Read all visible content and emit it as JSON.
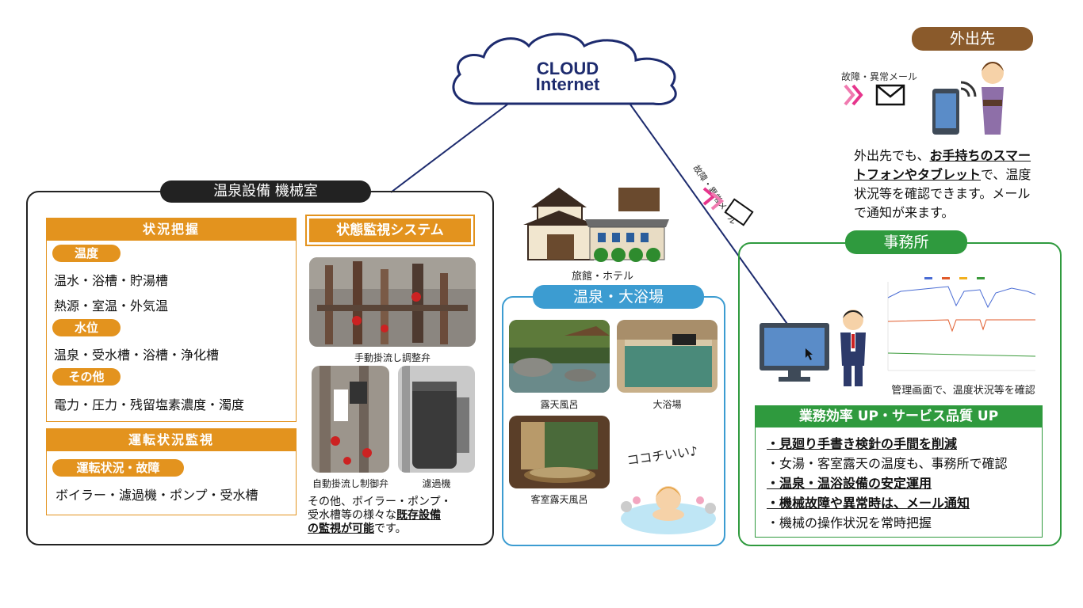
{
  "cloud": {
    "line1": "CLOUD",
    "line2": "Internet"
  },
  "machine_room": {
    "title": "温泉設備 機械室",
    "status": {
      "header": "状況把握",
      "groups": [
        {
          "tag": "温度",
          "text": "温水・浴槽・貯湯槽"
        },
        {
          "tag": "",
          "text": "熱源・室温・外気温"
        },
        {
          "tag": "水位",
          "text": "温泉・受水槽・浴槽・浄化槽"
        },
        {
          "tag": "その他",
          "text": "電力・圧力・残留塩素濃度・濁度"
        }
      ]
    },
    "operation": {
      "header": "運転状況監視",
      "tag": "運転状況・故障",
      "text": "ボイラー・濾過機・ポンプ・受水槽"
    },
    "monitor": {
      "header": "状態監視システム",
      "photos": [
        {
          "caption": "手動掛流し調整弁"
        },
        {
          "caption": "自動掛流し制御弁"
        },
        {
          "caption": "濾過機"
        }
      ],
      "note_line1": "その他、ボイラー・ポンプ・",
      "note_line2a": "受水槽等の様々な",
      "note_line2b": "既存設備",
      "note_line3a": "の監視が可能",
      "note_line3b": "です。"
    }
  },
  "building": {
    "caption": "旅館・ホテル"
  },
  "onsen": {
    "title": "温泉・大浴場",
    "photos": [
      {
        "caption": "露天風呂"
      },
      {
        "caption": "大浴場"
      },
      {
        "caption": "客室露天風呂"
      }
    ],
    "bather_text": "ココチいい♪"
  },
  "mail_label": "故障・異常メール",
  "outside": {
    "title": "外出先",
    "mail_label": "故障・異常メール",
    "desc1a": "外出先でも、",
    "desc1b": "お手持ちのスマー",
    "desc2a": "トフォンやタブレット",
    "desc2b": "で、温度",
    "desc3": "状況等を確認できます。メール",
    "desc4": "で通知が来ます。"
  },
  "office": {
    "title": "事務所",
    "screen_caption": "管理画面で、温度状況等を確認",
    "benefit": {
      "header": "業務効率 UP・サービス品質 UP",
      "items": [
        "・見廻り手書き検針の手間を削減",
        "・女湯・客室露天の温度も、事務所で確認",
        "・温泉・温浴設備の安定運用",
        "・機械故障や異常時は、メール通知",
        "・機械の操作状況を常時把握"
      ]
    }
  },
  "colors": {
    "orange": "#e3931e",
    "blue": "#3c9cd1",
    "green": "#2f9a3e",
    "brown": "#8a5a2b",
    "navy": "#1d2b6e",
    "pink": "#e6358c"
  }
}
